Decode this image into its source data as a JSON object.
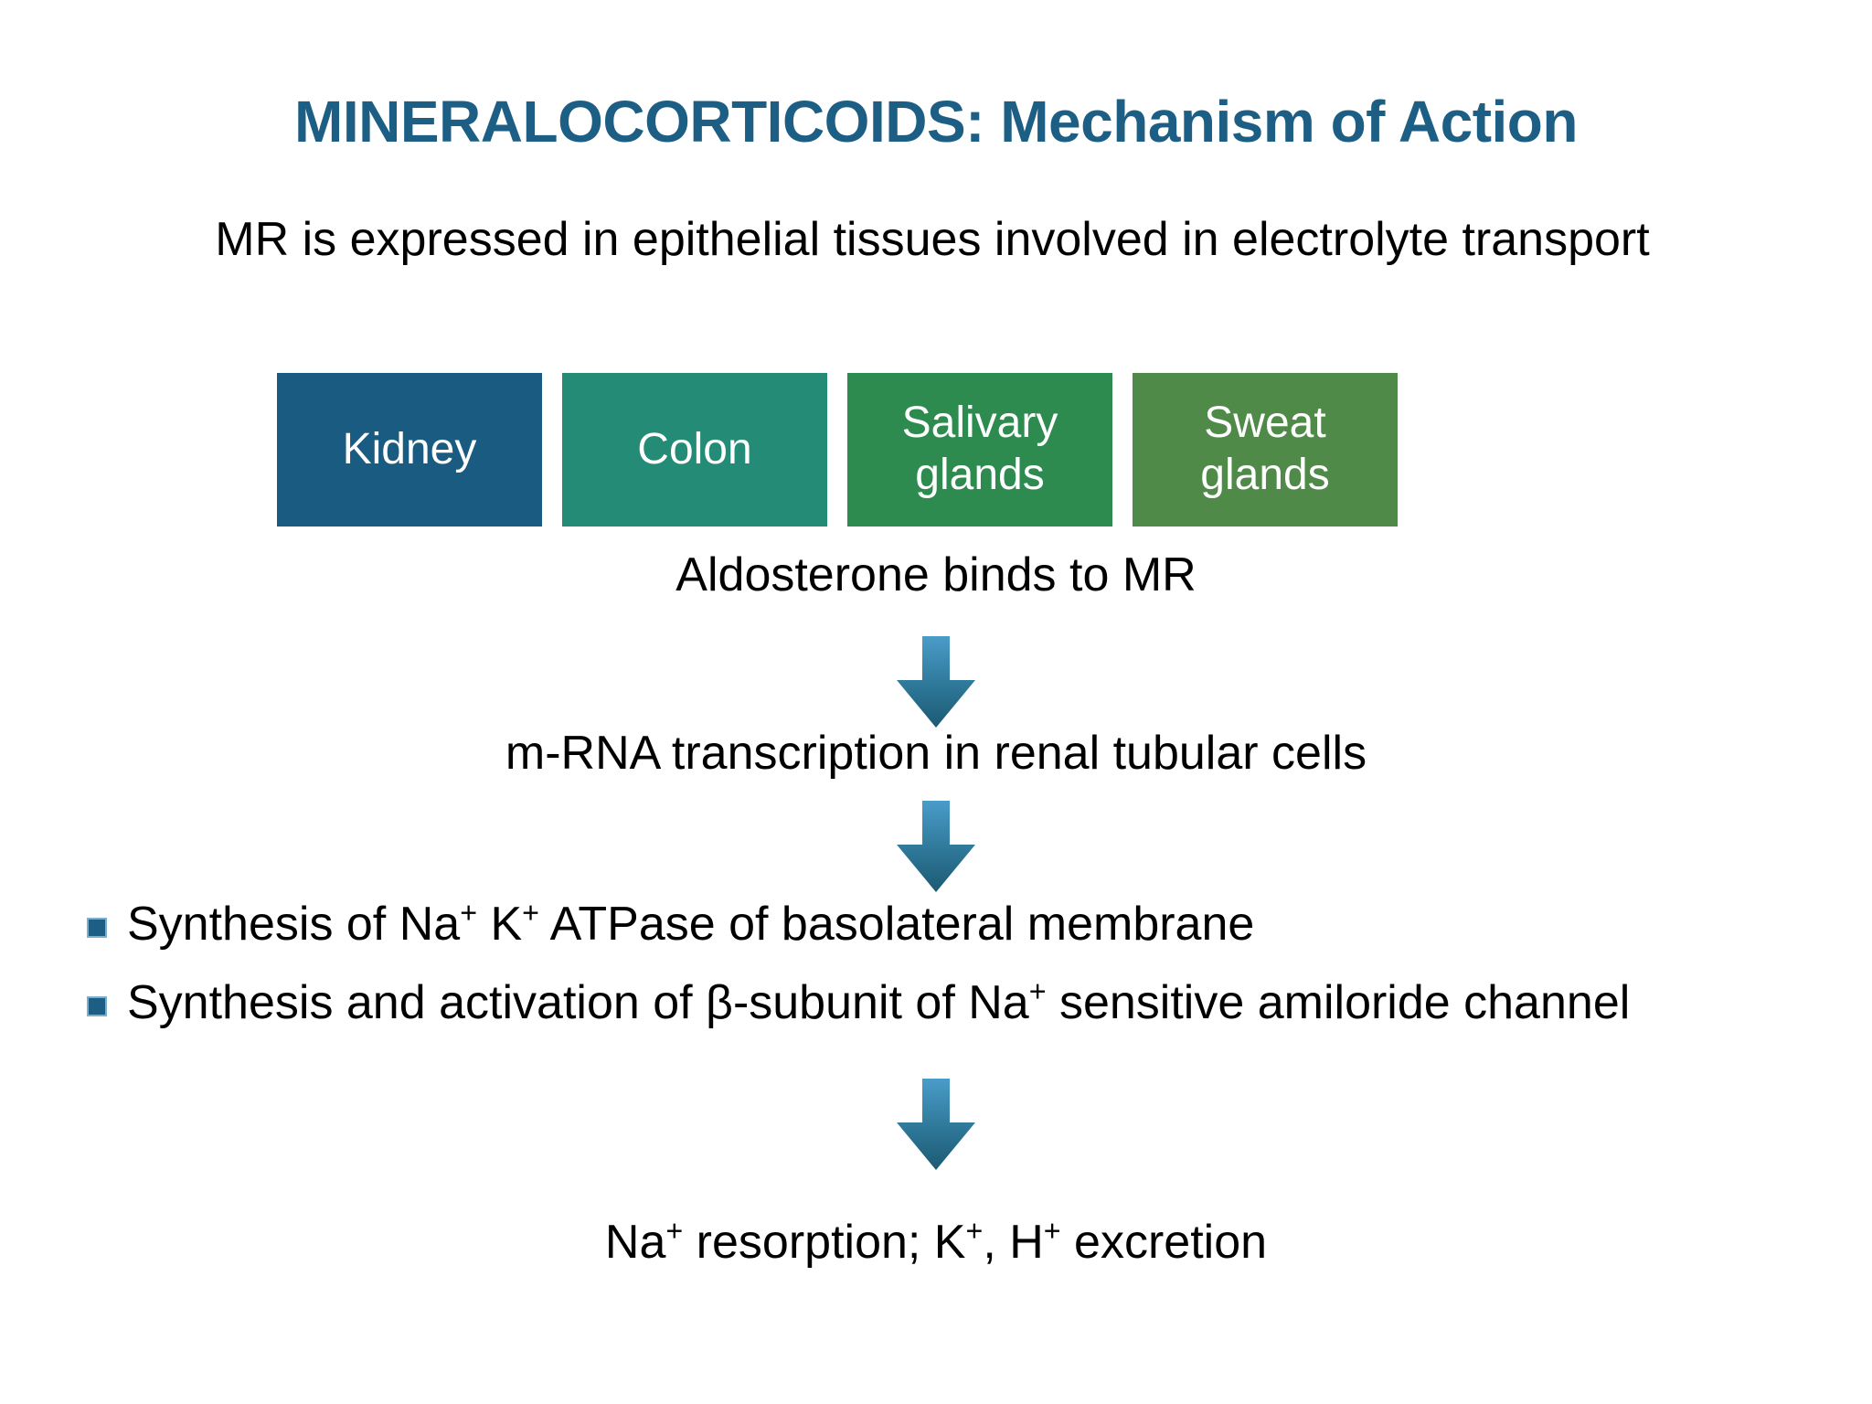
{
  "slide": {
    "title": "MINERALOCORTICOIDS: Mechanism of Action",
    "title_color": "#1D5E84",
    "background_color": "#FFFFFF",
    "subtitle": "MR is expressed in epithelial tissues involved in electrolyte transport"
  },
  "tissues": [
    {
      "label": "Kidney",
      "line1": "Kidney",
      "line2": "",
      "color": "#1A5B82"
    },
    {
      "label": "Colon",
      "line1": "Colon",
      "line2": "",
      "color": "#238B76"
    },
    {
      "label": "Salivary glands",
      "line1": "Salivary",
      "line2": "glands",
      "color": "#2E8B4F"
    },
    {
      "label": "Sweat glands",
      "line1": "Sweat",
      "line2": "glands",
      "color": "#4F8A49"
    }
  ],
  "flow": {
    "aldosterone": "Aldosterone binds to MR",
    "mrna": "m-RNA transcription in renal tubular cells",
    "outcome_prefix": "Na",
    "outcome_sup1": "+",
    "outcome_mid": " resorption; K",
    "outcome_sup2": "+",
    "outcome_mid2": ", H",
    "outcome_sup3": "+",
    "outcome_suffix": " excretion",
    "outcome_plain": "Na+ resorption; K+, H+ excretion"
  },
  "arrows": {
    "count": 3,
    "direction": "down",
    "gradient_top": "#4A9CC9",
    "gradient_bottom": "#1B5A73",
    "name": "down-arrow"
  },
  "bullets": {
    "marker_color": "#1D5E84",
    "items": [
      {
        "plain": "Synthesis of Na+ K+ ATPase of basolateral membrane",
        "p1": "Synthesis of Na",
        "s1": "+",
        "p2": " K",
        "s2": "+",
        "p3": " ATPase of basolateral membrane"
      },
      {
        "plain": "Synthesis and activation of β-subunit of Na+ sensitive amiloride channel",
        "p1": "Synthesis and activation of β-subunit of Na",
        "s1": "+",
        "p2": " sensitive amiloride channel",
        "s2": "",
        "p3": ""
      }
    ]
  }
}
